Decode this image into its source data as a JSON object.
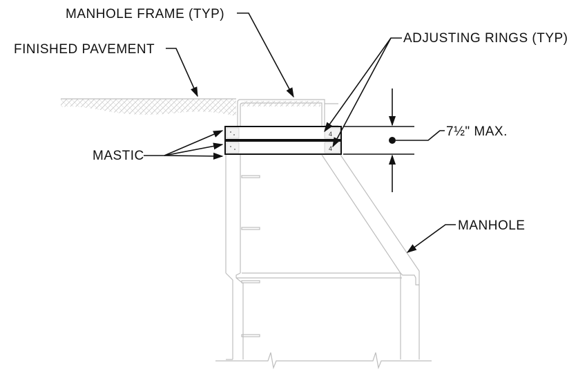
{
  "labels": {
    "manhole_frame": "MANHOLE FRAME (TYP)",
    "finished_pavement": "FINISHED PAVEMENT",
    "adjusting_rings": "ADJUSTING RINGS (TYP)",
    "max_height": "7½\" MAX.",
    "mastic": "MASTIC",
    "manhole": "MANHOLE"
  },
  "ring_marks": {
    "mark": "4"
  }
}
